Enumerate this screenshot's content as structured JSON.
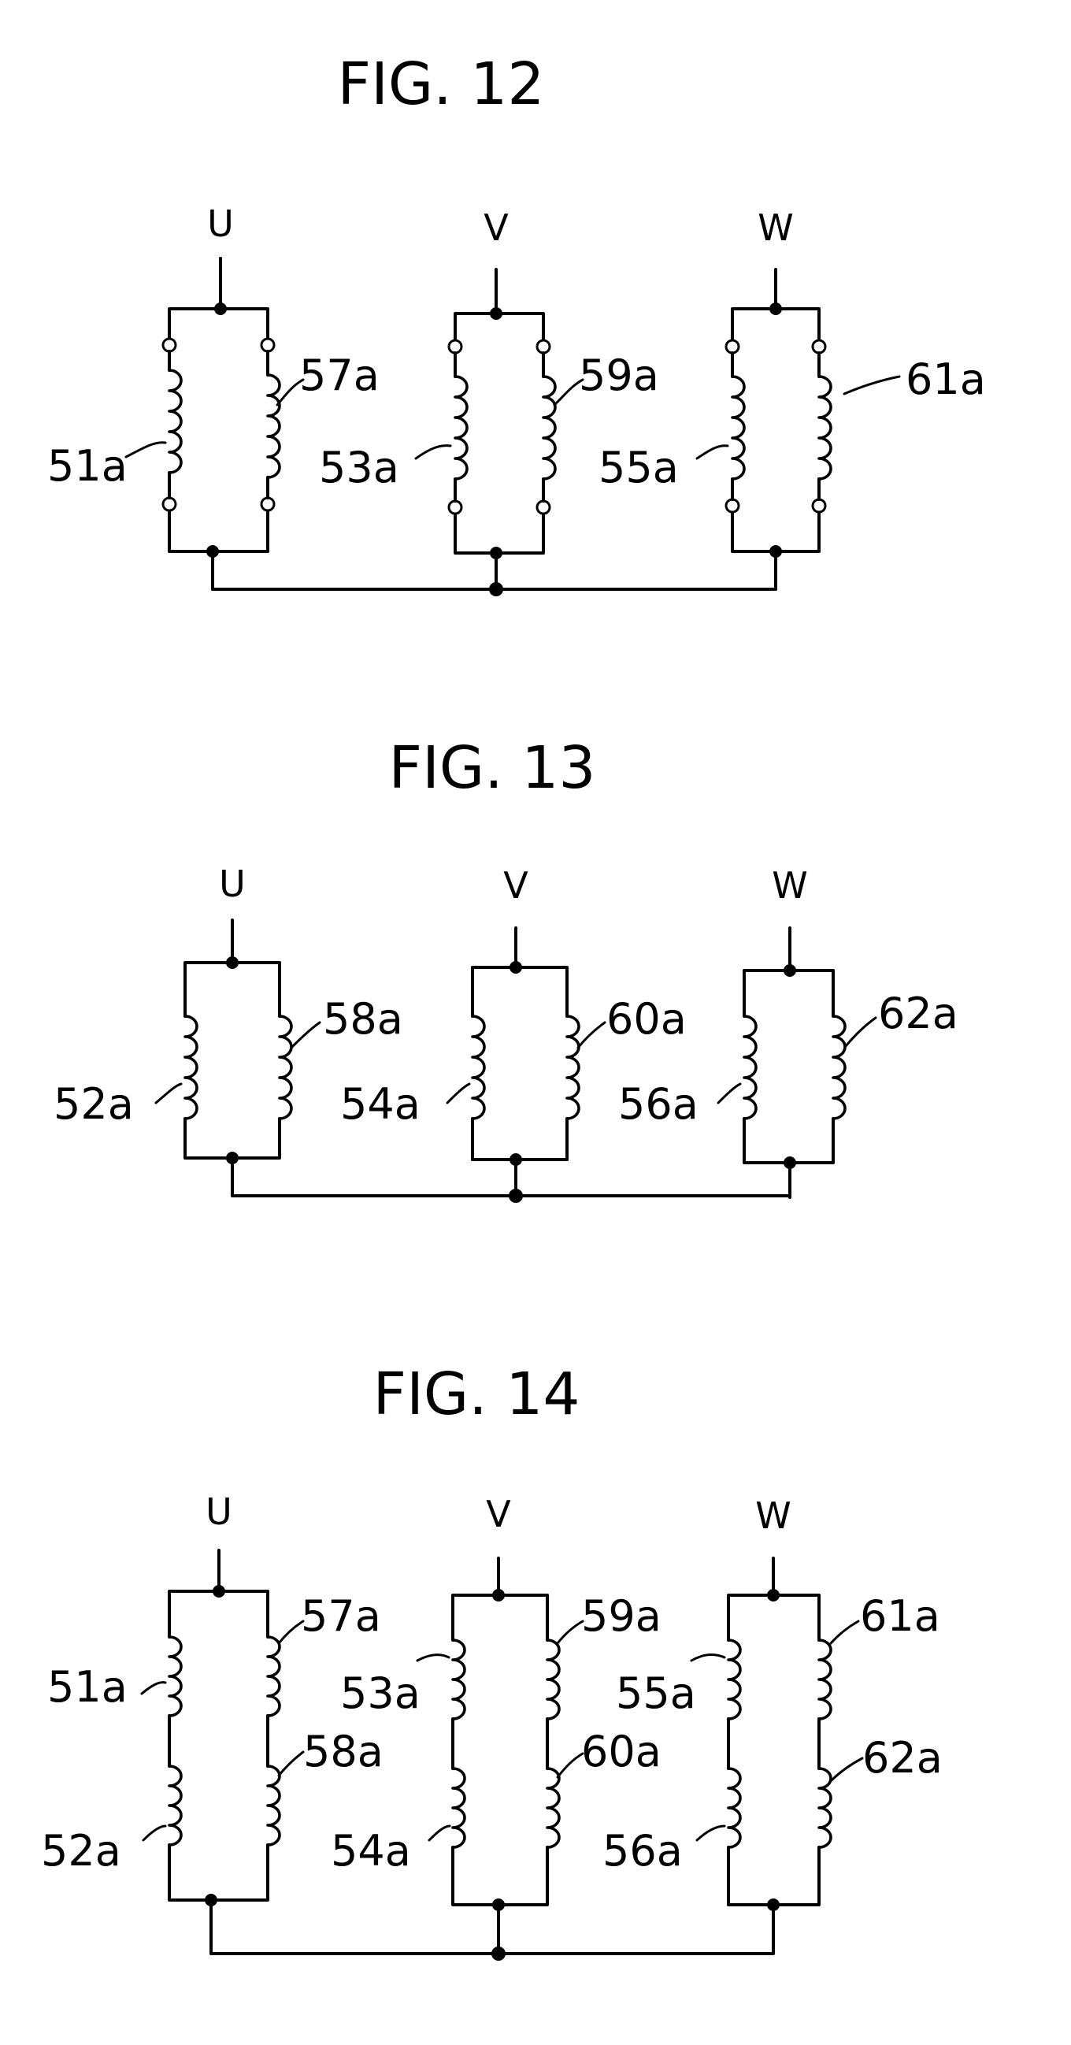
{
  "figures": [
    {
      "title": "FIG. 12",
      "phases": [
        "U",
        "V",
        "W"
      ],
      "labels": [
        [
          "51a",
          "57a"
        ],
        [
          "53a",
          "59a"
        ],
        [
          "55a",
          "61a"
        ]
      ]
    },
    {
      "title": "FIG. 13",
      "phases": [
        "U",
        "V",
        "W"
      ],
      "labels": [
        [
          "52a",
          "58a"
        ],
        [
          "54a",
          "60a"
        ],
        [
          "56a",
          "62a"
        ]
      ]
    },
    {
      "title": "FIG. 14",
      "phases": [
        "U",
        "V",
        "W"
      ],
      "labels": [
        [
          "51a",
          "57a",
          "52a",
          "58a"
        ],
        [
          "53a",
          "59a",
          "54a",
          "60a"
        ],
        [
          "55a",
          "61a",
          "56a",
          "62a"
        ]
      ]
    }
  ]
}
